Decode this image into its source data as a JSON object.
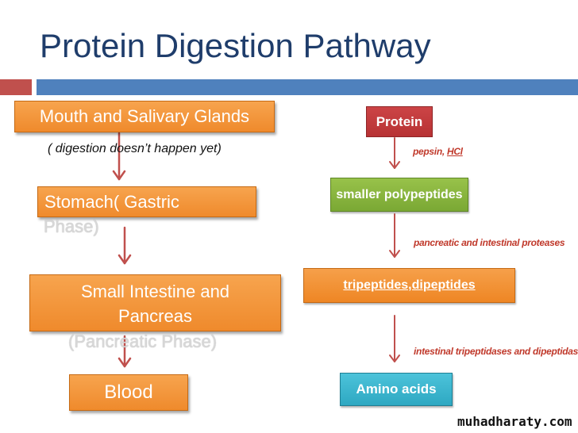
{
  "title": "Protein Digestion Pathway",
  "left_flow": {
    "mouth": "Mouth and Salivary Glands",
    "mouth_note": "( digestion doesn’t happen yet)",
    "stomach_line1": "Stomach( Gastric",
    "stomach_line2": "Phase)",
    "intestine_line1": "Small Intestine and",
    "intestine_line2": "Pancreas",
    "intestine_line3": "(Pancreatic Phase)",
    "blood": "Blood"
  },
  "right_flow": {
    "protein": "Protein",
    "step1_label": "pepsin,",
    "step1_label_hcl": "HCl",
    "polypeptides": "smaller polypeptides",
    "step2_label": "pancreatic and intestinal proteases",
    "tripeptides": "tripeptides,dipeptides",
    "step3_label": "intestinal tripeptidases and dipeptidases",
    "amino": "Amino acids"
  },
  "watermark": "muhadharaty.com",
  "colors": {
    "title": "#1f3d6b",
    "band_red": "#c0504d",
    "band_blue": "#4f81bd",
    "orange": "#ef8a2c",
    "arrow": "#c0504d",
    "protein_box": "#c0393b",
    "poly_box": "#8bb43c",
    "tri_box": "#f28c28",
    "amino_box": "#3cb6cf"
  }
}
